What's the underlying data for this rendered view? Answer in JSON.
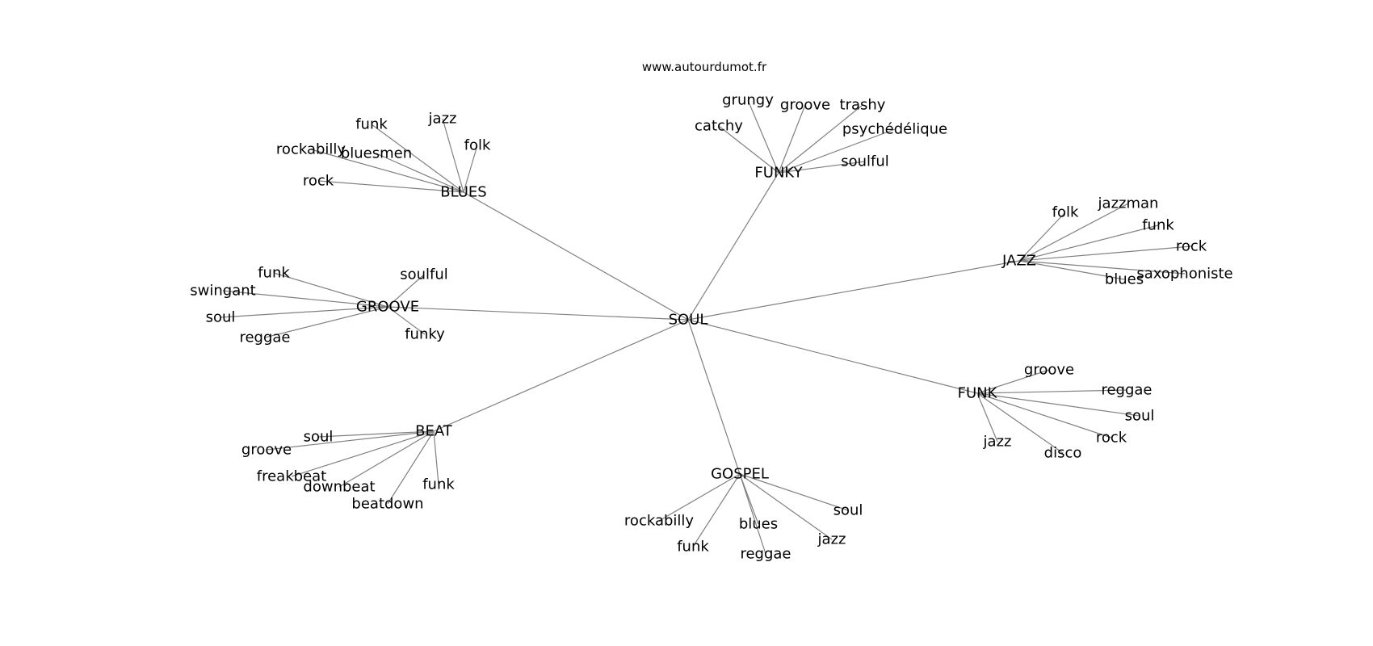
{
  "source": "www.autourdumot.fr",
  "root": "SOUL",
  "clusters": [
    {
      "hub": "BLUES",
      "leaves": [
        "funk",
        "jazz",
        "folk",
        "rockabilly",
        "bluesmen",
        "rock"
      ]
    },
    {
      "hub": "FUNKY",
      "leaves": [
        "grungy",
        "groove",
        "trashy",
        "catchy",
        "psychédélique",
        "soulful"
      ]
    },
    {
      "hub": "JAZZ",
      "leaves": [
        "folk",
        "jazzman",
        "funk",
        "rock",
        "saxophoniste",
        "blues"
      ]
    },
    {
      "hub": "GROOVE",
      "leaves": [
        "funk",
        "soulful",
        "swingant",
        "soul",
        "reggae",
        "funky"
      ]
    },
    {
      "hub": "FUNK",
      "leaves": [
        "groove",
        "reggae",
        "soul",
        "rock",
        "jazz",
        "disco"
      ]
    },
    {
      "hub": "BEAT",
      "leaves": [
        "soul",
        "groove",
        "freakbeat",
        "downbeat",
        "beatdown",
        "funk"
      ]
    },
    {
      "hub": "GOSPEL",
      "leaves": [
        "soul",
        "rockabilly",
        "blues",
        "jazz",
        "funk",
        "reggae"
      ]
    }
  ]
}
